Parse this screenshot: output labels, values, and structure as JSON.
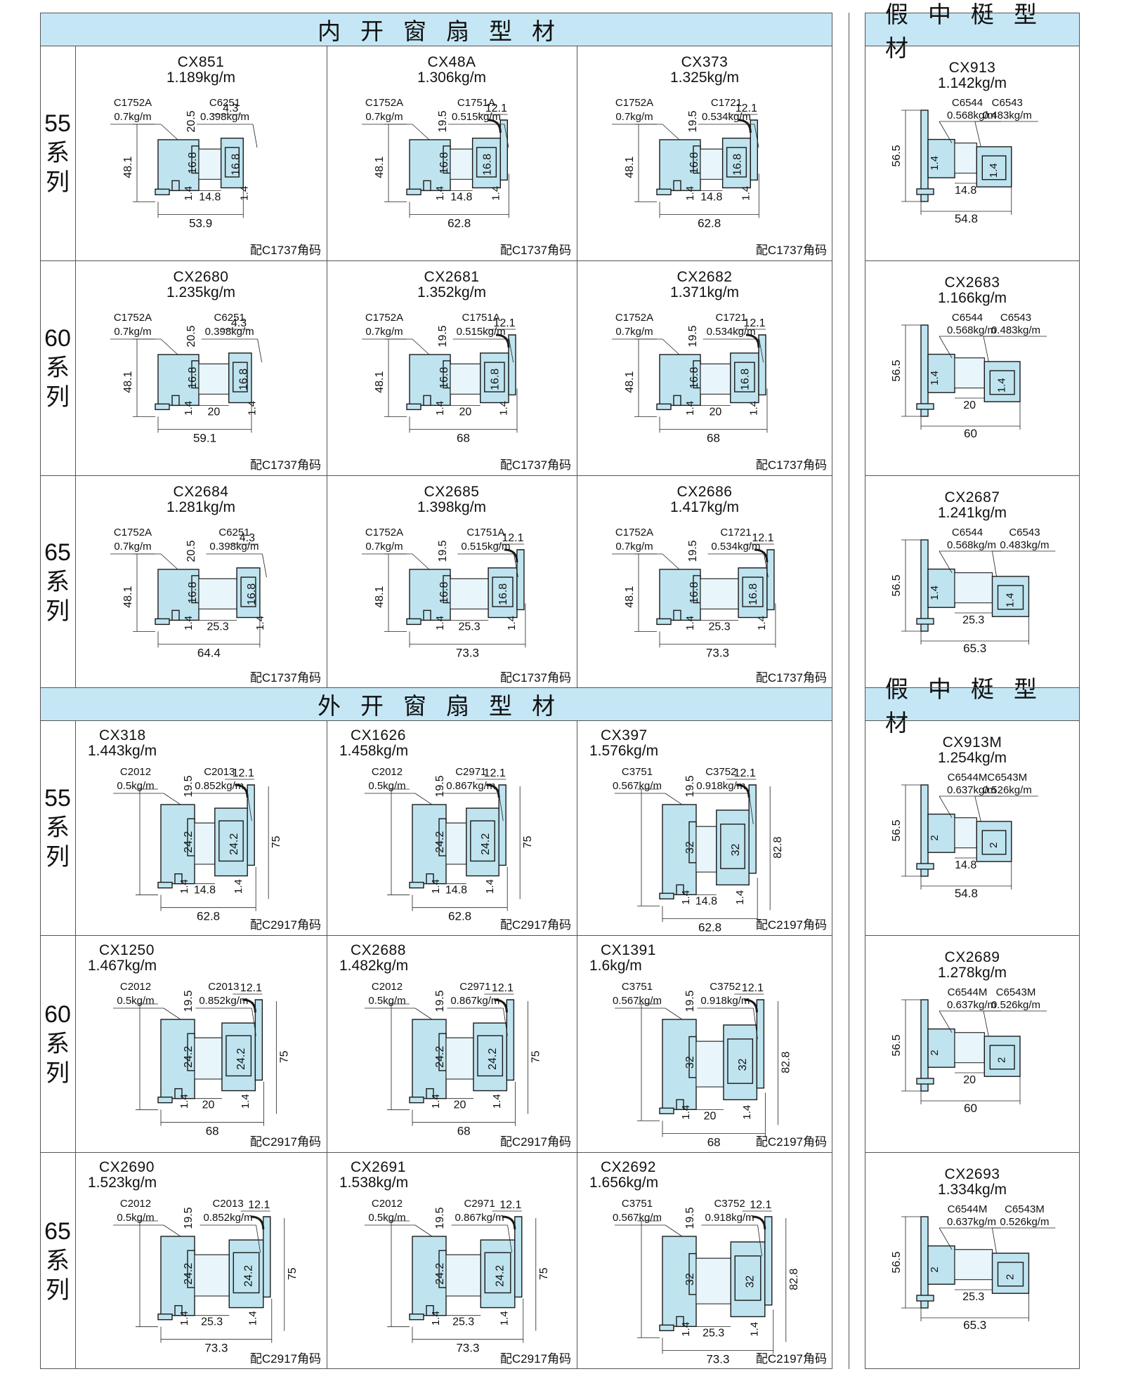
{
  "headers": {
    "inward_title": "内开窗扇型材",
    "outward_title": "外开窗扇型材",
    "false_mullion_title": "假中梃型材"
  },
  "series_labels": [
    {
      "num": "55",
      "chars": [
        "系",
        "列"
      ]
    },
    {
      "num": "60",
      "chars": [
        "系",
        "列"
      ]
    },
    {
      "num": "65",
      "chars": [
        "系",
        "列"
      ]
    },
    {
      "num": "55",
      "chars": [
        "系",
        "列"
      ]
    },
    {
      "num": "60",
      "chars": [
        "系",
        "列"
      ]
    },
    {
      "num": "65",
      "chars": [
        "系",
        "列"
      ]
    }
  ],
  "inward": [
    [
      {
        "code": "CX851",
        "weight": "1.189kg/m",
        "left_part": "C1752A",
        "left_w": "0.7kg/m",
        "right_part": "C6251",
        "right_w": "0.398kg/m",
        "dims": {
          "top": "4.3",
          "h1": "20.5",
          "h2": "16.8",
          "h3": "16.8",
          "hz": "48.1",
          "s1": "1.4",
          "s2": "1.4",
          "gap": "14.8",
          "width": "53.9"
        },
        "fit": "配C1737角码"
      },
      {
        "code": "CX48A",
        "weight": "1.306kg/m",
        "left_part": "C1752A",
        "left_w": "0.7kg/m",
        "right_part": "C1751A",
        "right_w": "0.515kg/m",
        "dims": {
          "top": "12.1",
          "h1": "19.5",
          "h2": "16.8",
          "h3": "16.8",
          "hz": "48.1",
          "s1": "1.4",
          "s2": "1.4",
          "gap": "14.8",
          "width": "62.8"
        },
        "fit": "配C1737角码"
      },
      {
        "code": "CX373",
        "weight": "1.325kg/m",
        "left_part": "C1752A",
        "left_w": "0.7kg/m",
        "right_part": "C1721",
        "right_w": "0.534kg/m",
        "dims": {
          "top": "12.1",
          "h1": "19.5",
          "h2": "16.8",
          "h3": "16.8",
          "hz": "48.1",
          "s1": "1.4",
          "s2": "1.4",
          "gap": "14.8",
          "width": "62.8"
        },
        "fit": "配C1737角码"
      }
    ],
    [
      {
        "code": "CX2680",
        "weight": "1.235kg/m",
        "left_part": "C1752A",
        "left_w": "0.7kg/m",
        "right_part": "C6251",
        "right_w": "0.398kg/m",
        "dims": {
          "top": "4.3",
          "h1": "20.5",
          "h2": "16.8",
          "h3": "16.8",
          "hz": "48.1",
          "s1": "1.4",
          "s2": "1.4",
          "gap": "20",
          "width": "59.1"
        },
        "fit": "配C1737角码"
      },
      {
        "code": "CX2681",
        "weight": "1.352kg/m",
        "left_part": "C1752A",
        "left_w": "0.7kg/m",
        "right_part": "C1751A",
        "right_w": "0.515kg/m",
        "dims": {
          "top": "12.1",
          "h1": "19.5",
          "h2": "16.8",
          "h3": "16.8",
          "hz": "48.1",
          "s1": "1.4",
          "s2": "1.4",
          "gap": "20",
          "width": "68"
        },
        "fit": "配C1737角码"
      },
      {
        "code": "CX2682",
        "weight": "1.371kg/m",
        "left_part": "C1752A",
        "left_w": "0.7kg/m",
        "right_part": "C1721",
        "right_w": "0.534kg/m",
        "dims": {
          "top": "12.1",
          "h1": "19.5",
          "h2": "16.8",
          "h3": "16.8",
          "hz": "48.1",
          "s1": "1.4",
          "s2": "1.4",
          "gap": "20",
          "width": "68"
        },
        "fit": "配C1737角码"
      }
    ],
    [
      {
        "code": "CX2684",
        "weight": "1.281kg/m",
        "left_part": "C1752A",
        "left_w": "0.7kg/m",
        "right_part": "C6251",
        "right_w": "0.398kg/m",
        "dims": {
          "top": "4.3",
          "h1": "20.5",
          "h2": "16.8",
          "h3": "16.8",
          "hz": "48.1",
          "s1": "1.4",
          "s2": "1.4",
          "gap": "25.3",
          "width": "64.4"
        },
        "fit": "配C1737角码"
      },
      {
        "code": "CX2685",
        "weight": "1.398kg/m",
        "left_part": "C1752A",
        "left_w": "0.7kg/m",
        "right_part": "C1751A",
        "right_w": "0.515kg/m",
        "dims": {
          "top": "12.1",
          "h1": "19.5",
          "h2": "16.8",
          "h3": "16.8",
          "hz": "48.1",
          "s1": "1.4",
          "s2": "1.4",
          "gap": "25.3",
          "width": "73.3"
        },
        "fit": "配C1737角码"
      },
      {
        "code": "CX2686",
        "weight": "1.417kg/m",
        "left_part": "C1752A",
        "left_w": "0.7kg/m",
        "right_part": "C1721",
        "right_w": "0.534kg/m",
        "dims": {
          "top": "12.1",
          "h1": "19.5",
          "h2": "16.8",
          "h3": "16.8",
          "hz": "48.1",
          "s1": "1.4",
          "s2": "1.4",
          "gap": "25.3",
          "width": "73.3"
        },
        "fit": "配C1737角码"
      }
    ]
  ],
  "inward_mullion": [
    {
      "code": "CX913",
      "weight": "1.142kg/m",
      "left_part": "C6544",
      "left_w": "0.568kg/m",
      "right_part": "C6543",
      "right_w": "0.483kg/m",
      "dims": {
        "hz": "56.5",
        "s1": "1.4",
        "s2": "1.4",
        "gap": "14.8",
        "width": "54.8"
      }
    },
    {
      "code": "CX2683",
      "weight": "1.166kg/m",
      "left_part": "C6544",
      "left_w": "0.568kg/m",
      "right_part": "C6543",
      "right_w": "0.483kg/m",
      "dims": {
        "hz": "56.5",
        "s1": "1.4",
        "s2": "1.4",
        "gap": "20",
        "width": "60"
      }
    },
    {
      "code": "CX2687",
      "weight": "1.241kg/m",
      "left_part": "C6544",
      "left_w": "0.568kg/m",
      "right_part": "C6543",
      "right_w": "0.483kg/m",
      "dims": {
        "hz": "56.5",
        "s1": "1.4",
        "s2": "1.4",
        "gap": "25.3",
        "width": "65.3"
      }
    }
  ],
  "outward": [
    [
      {
        "code": "CX318",
        "weight": "1.443kg/m",
        "left_part": "C2012",
        "left_w": "0.5kg/m",
        "right_part": "C2013",
        "right_w": "0.852kg/m",
        "dims": {
          "top": "12.1",
          "h1": "19.5",
          "h2": "24.2",
          "h3": "24.2",
          "hz": "75",
          "s1": "1.4",
          "s2": "1.4",
          "gap": "14.8",
          "width": "62.8"
        },
        "fit": "配C2917角码"
      },
      {
        "code": "CX1626",
        "weight": "1.458kg/m",
        "left_part": "C2012",
        "left_w": "0.5kg/m",
        "right_part": "C2971",
        "right_w": "0.867kg/m",
        "dims": {
          "top": "12.1",
          "h1": "19.5",
          "h2": "24.2",
          "h3": "24.2",
          "hz": "75",
          "s1": "1.4",
          "s2": "1.4",
          "gap": "14.8",
          "width": "62.8"
        },
        "fit": "配C2917角码"
      },
      {
        "code": "CX397",
        "weight": "1.576kg/m",
        "left_part": "C3751",
        "left_w": "0.567kg/m",
        "right_part": "C3752",
        "right_w": "0.918kg/m",
        "dims": {
          "top": "12.1",
          "h1": "19.5",
          "h2": "32",
          "h3": "32",
          "hz": "82.8",
          "s1": "1.4",
          "s2": "1.4",
          "gap": "14.8",
          "width": "62.8"
        },
        "fit": "配C2197角码"
      }
    ],
    [
      {
        "code": "CX1250",
        "weight": "1.467kg/m",
        "left_part": "C2012",
        "left_w": "0.5kg/m",
        "right_part": "C2013",
        "right_w": "0.852kg/m",
        "dims": {
          "top": "12.1",
          "h1": "19.5",
          "h2": "24.2",
          "h3": "24.2",
          "hz": "75",
          "s1": "1.4",
          "s2": "1.4",
          "gap": "20",
          "width": "68"
        },
        "fit": "配C2917角码"
      },
      {
        "code": "CX2688",
        "weight": "1.482kg/m",
        "left_part": "C2012",
        "left_w": "0.5kg/m",
        "right_part": "C2971",
        "right_w": "0.867kg/m",
        "dims": {
          "top": "12.1",
          "h1": "19.5",
          "h2": "24.2",
          "h3": "24.2",
          "hz": "75",
          "s1": "1.4",
          "s2": "1.4",
          "gap": "20",
          "width": "68"
        },
        "fit": "配C2917角码"
      },
      {
        "code": "CX1391",
        "weight": "1.6kg/m",
        "left_part": "C3751",
        "left_w": "0.567kg/m",
        "right_part": "C3752",
        "right_w": "0.918kg/m",
        "dims": {
          "top": "12.1",
          "h1": "19.5",
          "h2": "32",
          "h3": "32",
          "hz": "82.8",
          "s1": "1.4",
          "s2": "1.4",
          "gap": "20",
          "width": "68"
        },
        "fit": "配C2197角码"
      }
    ],
    [
      {
        "code": "CX2690",
        "weight": "1.523kg/m",
        "left_part": "C2012",
        "left_w": "0.5kg/m",
        "right_part": "C2013",
        "right_w": "0.852kg/m",
        "dims": {
          "top": "12.1",
          "h1": "19.5",
          "h2": "24.2",
          "h3": "24.2",
          "hz": "75",
          "s1": "1.4",
          "s2": "1.4",
          "gap": "25.3",
          "width": "73.3"
        },
        "fit": "配C2917角码"
      },
      {
        "code": "CX2691",
        "weight": "1.538kg/m",
        "left_part": "C2012",
        "left_w": "0.5kg/m",
        "right_part": "C2971",
        "right_w": "0.867kg/m",
        "dims": {
          "top": "12.1",
          "h1": "19.5",
          "h2": "24.2",
          "h3": "24.2",
          "hz": "75",
          "s1": "1.4",
          "s2": "1.4",
          "gap": "25.3",
          "width": "73.3"
        },
        "fit": "配C2917角码"
      },
      {
        "code": "CX2692",
        "weight": "1.656kg/m",
        "left_part": "C3751",
        "left_w": "0.567kg/m",
        "right_part": "C3752",
        "right_w": "0.918kg/m",
        "dims": {
          "top": "12.1",
          "h1": "19.5",
          "h2": "32",
          "h3": "32",
          "hz": "82.8",
          "s1": "1.4",
          "s2": "1.4",
          "gap": "25.3",
          "width": "73.3"
        },
        "fit": "配C2197角码"
      }
    ]
  ],
  "outward_mullion": [
    {
      "code": "CX913M",
      "weight": "1.254kg/m",
      "left_part": "C6544M",
      "left_w": "0.637kg/m",
      "right_part": "C6543M",
      "right_w": "0.526kg/m",
      "dims": {
        "hz": "56.5",
        "s1": "2",
        "s2": "2",
        "gap": "14.8",
        "width": "54.8"
      }
    },
    {
      "code": "CX2689",
      "weight": "1.278kg/m",
      "left_part": "C6544M",
      "left_w": "0.637kg/m",
      "right_part": "C6543M",
      "right_w": "0.526kg/m",
      "dims": {
        "hz": "56.5",
        "s1": "2",
        "s2": "2",
        "gap": "20",
        "width": "60"
      }
    },
    {
      "code": "CX2693",
      "weight": "1.334kg/m",
      "left_part": "C6544M",
      "left_w": "0.637kg/m",
      "right_part": "C6543M",
      "right_w": "0.526kg/m",
      "dims": {
        "hz": "56.5",
        "s1": "2",
        "s2": "2",
        "gap": "25.3",
        "width": "65.3"
      }
    }
  ],
  "colors": {
    "header_band": "#c5e7f5",
    "profile_fill": "#bfe4ef",
    "profile_stroke": "#1a1a1a",
    "grid": "#555555"
  }
}
